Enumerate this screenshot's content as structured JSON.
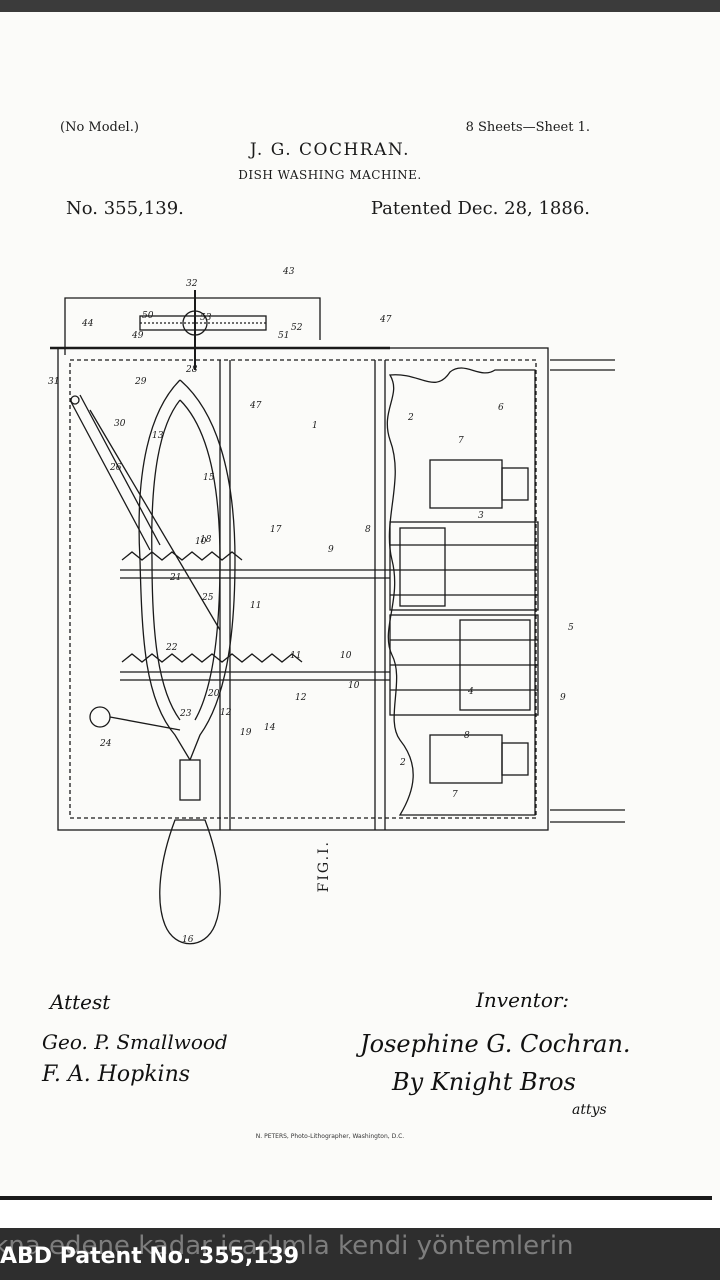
{
  "patent": {
    "model_note": "(No Model.)",
    "sheet_info": "8 Sheets—Sheet 1.",
    "inventor_name": "J. G. COCHRAN.",
    "invention_title": "DISH WASHING MACHINE.",
    "patent_number": "No. 355,139.",
    "patent_date": "Patented Dec. 28, 1886."
  },
  "figure": {
    "label": "FIG.I.",
    "numerals": [
      "1",
      "2",
      "2",
      "3",
      "4",
      "5",
      "6",
      "7",
      "7",
      "8",
      "8",
      "9",
      "9",
      "10",
      "10",
      "10",
      "11",
      "11",
      "12",
      "12",
      "13",
      "14",
      "15",
      "16",
      "17",
      "18",
      "19",
      "20",
      "21",
      "22",
      "23",
      "24",
      "25",
      "26",
      "28",
      "29",
      "30",
      "31",
      "32",
      "43",
      "44",
      "47",
      "47",
      "49",
      "50",
      "51",
      "52",
      "53"
    ]
  },
  "signatures": {
    "attest_label": "Attest",
    "witness_1": "Geo. P. Smallwood",
    "witness_2": "F. A. Hopkins",
    "inventor_label": "Inventor:",
    "inventor_signature": "Josephine G. Cochran.",
    "attorney": "By Knight Bros",
    "attorney_abbr": "attys"
  },
  "engraver": "N. PETERS, Photo-Lithographer, Washington, D.C.",
  "caption": {
    "background_text": "ikna edene kadar icadımla kendi yöntemlerin",
    "foreground_text": "ABD Patent No. 355,139"
  },
  "colors": {
    "ink": "#1a1a1a",
    "paper": "#fbfbf9",
    "caption_bar": "#2e2e2e",
    "caption_text": "#ffffff"
  }
}
